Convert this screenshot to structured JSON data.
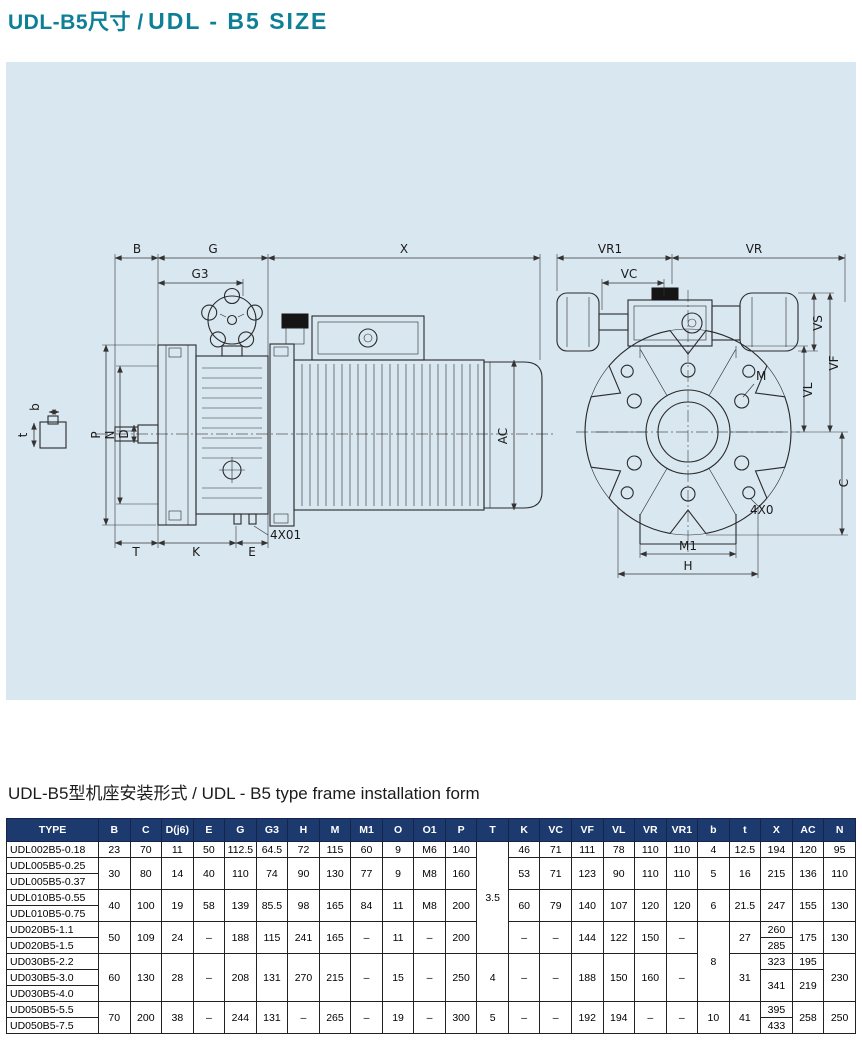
{
  "page": {
    "title_zh": "UDL-B5尺寸 /",
    "title_en": "UDL - B5 SIZE",
    "subtitle": "UDL-B5型机座安装形式 / UDL - B5 type frame installation form"
  },
  "colors": {
    "accent_teal": "#0d7f96",
    "panel_bg": "#d9e7f1",
    "table_header_bg": "#1c3a6e",
    "drawing_line": "#333333"
  },
  "drawing": {
    "labels": {
      "B": "B",
      "G": "G",
      "G3": "G3",
      "X": "X",
      "b": "b",
      "t": "t",
      "P": "P",
      "N": "N",
      "D": "D",
      "T": "T",
      "K": "K",
      "E": "E",
      "holes_side": "4X01",
      "AC": "AC",
      "VR1": "VR1",
      "VR": "VR",
      "VC": "VC",
      "VS": "VS",
      "VF": "VF",
      "VL": "VL",
      "M": "M",
      "C": "C",
      "holes_front": "4X0",
      "M1": "M1",
      "H": "H"
    }
  },
  "table": {
    "headers": [
      "TYPE",
      "B",
      "C",
      "D(j6)",
      "E",
      "G",
      "G3",
      "H",
      "M",
      "M1",
      "O",
      "O1",
      "P",
      "T",
      "K",
      "VC",
      "VF",
      "VL",
      "VR",
      "VR1",
      "b",
      "t",
      "X",
      "AC",
      "N"
    ],
    "rows": [
      [
        {
          "v": "UDL002B5-0.18"
        },
        {
          "v": "23"
        },
        {
          "v": "70"
        },
        {
          "v": "11"
        },
        {
          "v": "50"
        },
        {
          "v": "112.5"
        },
        {
          "v": "64.5"
        },
        {
          "v": "72"
        },
        {
          "v": "115"
        },
        {
          "v": "60"
        },
        {
          "v": "9"
        },
        {
          "v": "M6"
        },
        {
          "v": "140"
        },
        {
          "v": "3.5",
          "rs": 7
        },
        {
          "v": "46"
        },
        {
          "v": "71"
        },
        {
          "v": "111"
        },
        {
          "v": "78"
        },
        {
          "v": "110"
        },
        {
          "v": "110"
        },
        {
          "v": "4"
        },
        {
          "v": "12.5"
        },
        {
          "v": "194"
        },
        {
          "v": "120"
        },
        {
          "v": "95"
        }
      ],
      [
        {
          "v": "UDL005B5-0.25"
        },
        {
          "v": "30",
          "rs": 2
        },
        {
          "v": "80",
          "rs": 2
        },
        {
          "v": "14",
          "rs": 2
        },
        {
          "v": "40",
          "rs": 2
        },
        {
          "v": "110",
          "rs": 2
        },
        {
          "v": "74",
          "rs": 2
        },
        {
          "v": "90",
          "rs": 2
        },
        {
          "v": "130",
          "rs": 2
        },
        {
          "v": "77",
          "rs": 2
        },
        {
          "v": "9",
          "rs": 2
        },
        {
          "v": "M8",
          "rs": 2
        },
        {
          "v": "160",
          "rs": 2
        },
        {
          "v": "53",
          "rs": 2
        },
        {
          "v": "71",
          "rs": 2
        },
        {
          "v": "123",
          "rs": 2
        },
        {
          "v": "90",
          "rs": 2
        },
        {
          "v": "110",
          "rs": 2
        },
        {
          "v": "110",
          "rs": 2
        },
        {
          "v": "5",
          "rs": 2
        },
        {
          "v": "16",
          "rs": 2
        },
        {
          "v": "215",
          "rs": 2
        },
        {
          "v": "136",
          "rs": 2
        },
        {
          "v": "110",
          "rs": 2
        }
      ],
      [
        {
          "v": "UDL005B5-0.37"
        }
      ],
      [
        {
          "v": "UDL010B5-0.55"
        },
        {
          "v": "40",
          "rs": 2
        },
        {
          "v": "100",
          "rs": 2
        },
        {
          "v": "19",
          "rs": 2
        },
        {
          "v": "58",
          "rs": 2
        },
        {
          "v": "139",
          "rs": 2
        },
        {
          "v": "85.5",
          "rs": 2
        },
        {
          "v": "98",
          "rs": 2
        },
        {
          "v": "165",
          "rs": 2
        },
        {
          "v": "84",
          "rs": 2
        },
        {
          "v": "11",
          "rs": 2
        },
        {
          "v": "M8",
          "rs": 2
        },
        {
          "v": "200",
          "rs": 2
        },
        {
          "v": "60",
          "rs": 2
        },
        {
          "v": "79",
          "rs": 2
        },
        {
          "v": "140",
          "rs": 2
        },
        {
          "v": "107",
          "rs": 2
        },
        {
          "v": "120",
          "rs": 2
        },
        {
          "v": "120",
          "rs": 2
        },
        {
          "v": "6",
          "rs": 2
        },
        {
          "v": "21.5",
          "rs": 2
        },
        {
          "v": "247",
          "rs": 2
        },
        {
          "v": "155",
          "rs": 2
        },
        {
          "v": "130",
          "rs": 2
        }
      ],
      [
        {
          "v": "UDL010B5-0.75"
        }
      ],
      [
        {
          "v": "UD020B5-1.1"
        },
        {
          "v": "50",
          "rs": 2
        },
        {
          "v": "109",
          "rs": 2
        },
        {
          "v": "24",
          "rs": 2
        },
        {
          "v": "–",
          "rs": 2
        },
        {
          "v": "188",
          "rs": 2
        },
        {
          "v": "115",
          "rs": 2
        },
        {
          "v": "241",
          "rs": 2
        },
        {
          "v": "165",
          "rs": 2
        },
        {
          "v": "–",
          "rs": 2
        },
        {
          "v": "11",
          "rs": 2
        },
        {
          "v": "–",
          "rs": 2
        },
        {
          "v": "200",
          "rs": 2
        },
        {
          "v": "–",
          "rs": 2
        },
        {
          "v": "–",
          "rs": 2
        },
        {
          "v": "144",
          "rs": 2
        },
        {
          "v": "122",
          "rs": 2
        },
        {
          "v": "150",
          "rs": 2
        },
        {
          "v": "–",
          "rs": 2
        },
        {
          "v": "8",
          "rs": 5
        },
        {
          "v": "27",
          "rs": 2
        },
        {
          "v": "260"
        },
        {
          "v": "175",
          "rs": 2
        },
        {
          "v": "130",
          "rs": 2
        }
      ],
      [
        {
          "v": "UD020B5-1.5"
        },
        {
          "v": "285"
        }
      ],
      [
        {
          "v": "UD030B5-2.2"
        },
        {
          "v": "60",
          "rs": 3
        },
        {
          "v": "130",
          "rs": 3
        },
        {
          "v": "28",
          "rs": 3
        },
        {
          "v": "–",
          "rs": 3
        },
        {
          "v": "208",
          "rs": 3
        },
        {
          "v": "131",
          "rs": 3
        },
        {
          "v": "270",
          "rs": 3
        },
        {
          "v": "215",
          "rs": 3
        },
        {
          "v": "–",
          "rs": 3
        },
        {
          "v": "15",
          "rs": 3
        },
        {
          "v": "–",
          "rs": 3
        },
        {
          "v": "250",
          "rs": 3
        },
        {
          "v": "4",
          "rs": 3
        },
        {
          "v": "–",
          "rs": 3
        },
        {
          "v": "–",
          "rs": 3
        },
        {
          "v": "188",
          "rs": 3
        },
        {
          "v": "150",
          "rs": 3
        },
        {
          "v": "160",
          "rs": 3
        },
        {
          "v": "–",
          "rs": 3
        },
        {
          "v": "31",
          "rs": 3
        },
        {
          "v": "323"
        },
        {
          "v": "195"
        },
        {
          "v": "230",
          "rs": 3
        }
      ],
      [
        {
          "v": "UD030B5-3.0"
        },
        {
          "v": "341",
          "rs": 2
        },
        {
          "v": "219",
          "rs": 2
        }
      ],
      [
        {
          "v": "UD030B5-4.0"
        }
      ],
      [
        {
          "v": "UD050B5-5.5"
        },
        {
          "v": "70",
          "rs": 2
        },
        {
          "v": "200",
          "rs": 2
        },
        {
          "v": "38",
          "rs": 2
        },
        {
          "v": "–",
          "rs": 2
        },
        {
          "v": "244",
          "rs": 2
        },
        {
          "v": "131",
          "rs": 2
        },
        {
          "v": "–",
          "rs": 2
        },
        {
          "v": "265",
          "rs": 2
        },
        {
          "v": "–",
          "rs": 2
        },
        {
          "v": "19",
          "rs": 2
        },
        {
          "v": "–",
          "rs": 2
        },
        {
          "v": "300",
          "rs": 2
        },
        {
          "v": "5",
          "rs": 2
        },
        {
          "v": "–",
          "rs": 2
        },
        {
          "v": "–",
          "rs": 2
        },
        {
          "v": "192",
          "rs": 2
        },
        {
          "v": "194",
          "rs": 2
        },
        {
          "v": "–",
          "rs": 2
        },
        {
          "v": "–",
          "rs": 2
        },
        {
          "v": "10",
          "rs": 2
        },
        {
          "v": "41",
          "rs": 2
        },
        {
          "v": "395"
        },
        {
          "v": "258",
          "rs": 2
        },
        {
          "v": "250",
          "rs": 2
        }
      ],
      [
        {
          "v": "UD050B5-7.5"
        },
        {
          "v": "433"
        }
      ]
    ]
  }
}
